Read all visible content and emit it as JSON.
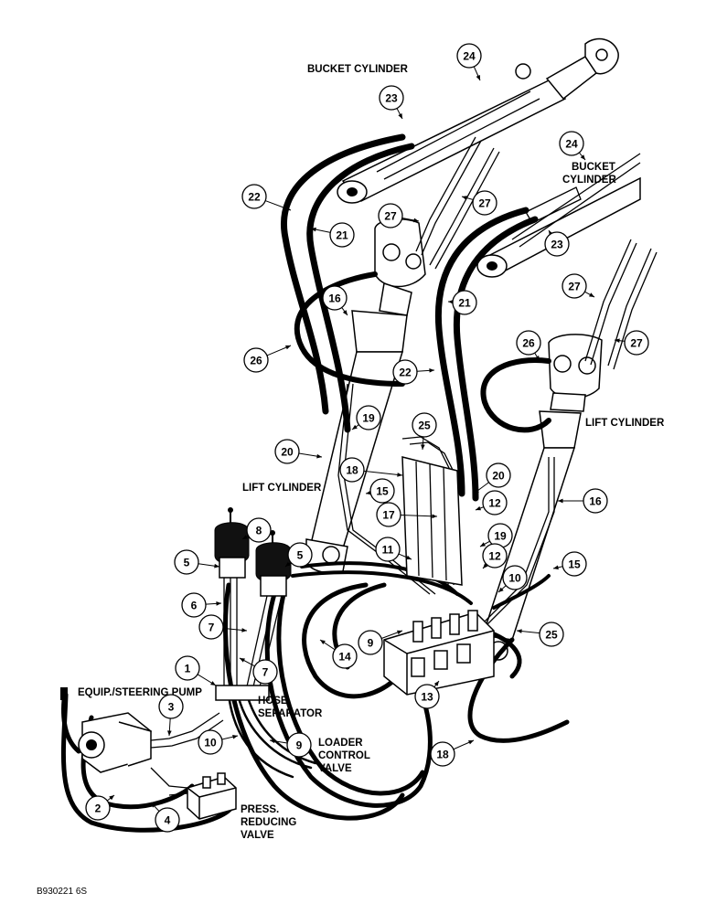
{
  "labels": {
    "bucket_cylinder_left": "BUCKET CYLINDER",
    "bucket_cylinder_right_line1": "BUCKET",
    "bucket_cylinder_right_line2": "CYLINDER",
    "lift_cylinder_left": "LIFT CYLINDER",
    "lift_cylinder_right": "LIFT CYLINDER",
    "pump": "EQUIP./STEERING PUMP",
    "hose_separator_line1": "HOSE",
    "hose_separator_line2": "SEPARATOR",
    "loader_valve_line1": "LOADER",
    "loader_valve_line2": "CONTROL",
    "loader_valve_line3": "VALVE",
    "press_valve_line1": "PRESS.",
    "press_valve_line2": "REDUCING",
    "press_valve_line3": "VALVE",
    "figure_ref": "B930221 6S"
  },
  "callouts": [
    {
      "num": "24"
    },
    {
      "num": "23"
    },
    {
      "num": "24"
    },
    {
      "num": "22"
    },
    {
      "num": "21"
    },
    {
      "num": "27"
    },
    {
      "num": "27"
    },
    {
      "num": "23"
    },
    {
      "num": "21"
    },
    {
      "num": "16"
    },
    {
      "num": "27"
    },
    {
      "num": "27"
    },
    {
      "num": "26"
    },
    {
      "num": "26"
    },
    {
      "num": "22"
    },
    {
      "num": "19"
    },
    {
      "num": "25"
    },
    {
      "num": "20"
    },
    {
      "num": "18"
    },
    {
      "num": "20"
    },
    {
      "num": "15"
    },
    {
      "num": "12"
    },
    {
      "num": "17"
    },
    {
      "num": "16"
    },
    {
      "num": "8"
    },
    {
      "num": "19"
    },
    {
      "num": "5"
    },
    {
      "num": "5"
    },
    {
      "num": "11"
    },
    {
      "num": "12"
    },
    {
      "num": "15"
    },
    {
      "num": "10"
    },
    {
      "num": "6"
    },
    {
      "num": "7"
    },
    {
      "num": "9"
    },
    {
      "num": "25"
    },
    {
      "num": "14"
    },
    {
      "num": "1"
    },
    {
      "num": "7"
    },
    {
      "num": "13"
    },
    {
      "num": "3"
    },
    {
      "num": "10"
    },
    {
      "num": "9"
    },
    {
      "num": "18"
    },
    {
      "num": "2"
    },
    {
      "num": "4"
    }
  ]
}
